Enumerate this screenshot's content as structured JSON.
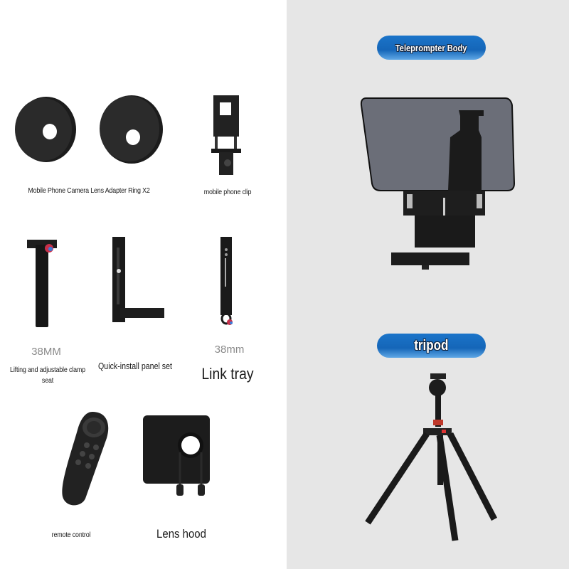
{
  "accessories": [
    {
      "id": "adapter-rings",
      "label": "Mobile Phone Camera Lens Adapter Ring X2"
    },
    {
      "id": "phone-clip",
      "label": "mobile phone clip"
    },
    {
      "id": "clamp-seat",
      "size": "38MM",
      "label": "Lifting and adjustable clamp seat"
    },
    {
      "id": "panel-set",
      "label": "Quick-install panel set"
    },
    {
      "id": "link-tray",
      "size": "38mm",
      "label": "Link tray"
    },
    {
      "id": "remote",
      "label": "remote control"
    },
    {
      "id": "lens-hood",
      "label": "Lens hood"
    }
  ],
  "main_items": [
    {
      "id": "teleprompter-body",
      "badge": "Teleprompter Body"
    },
    {
      "id": "tripod",
      "badge": "tripod"
    }
  ],
  "colors": {
    "left_bg": "#ffffff",
    "right_bg": "#e6e6e6",
    "badge_blue": "#1b74c9"
  }
}
